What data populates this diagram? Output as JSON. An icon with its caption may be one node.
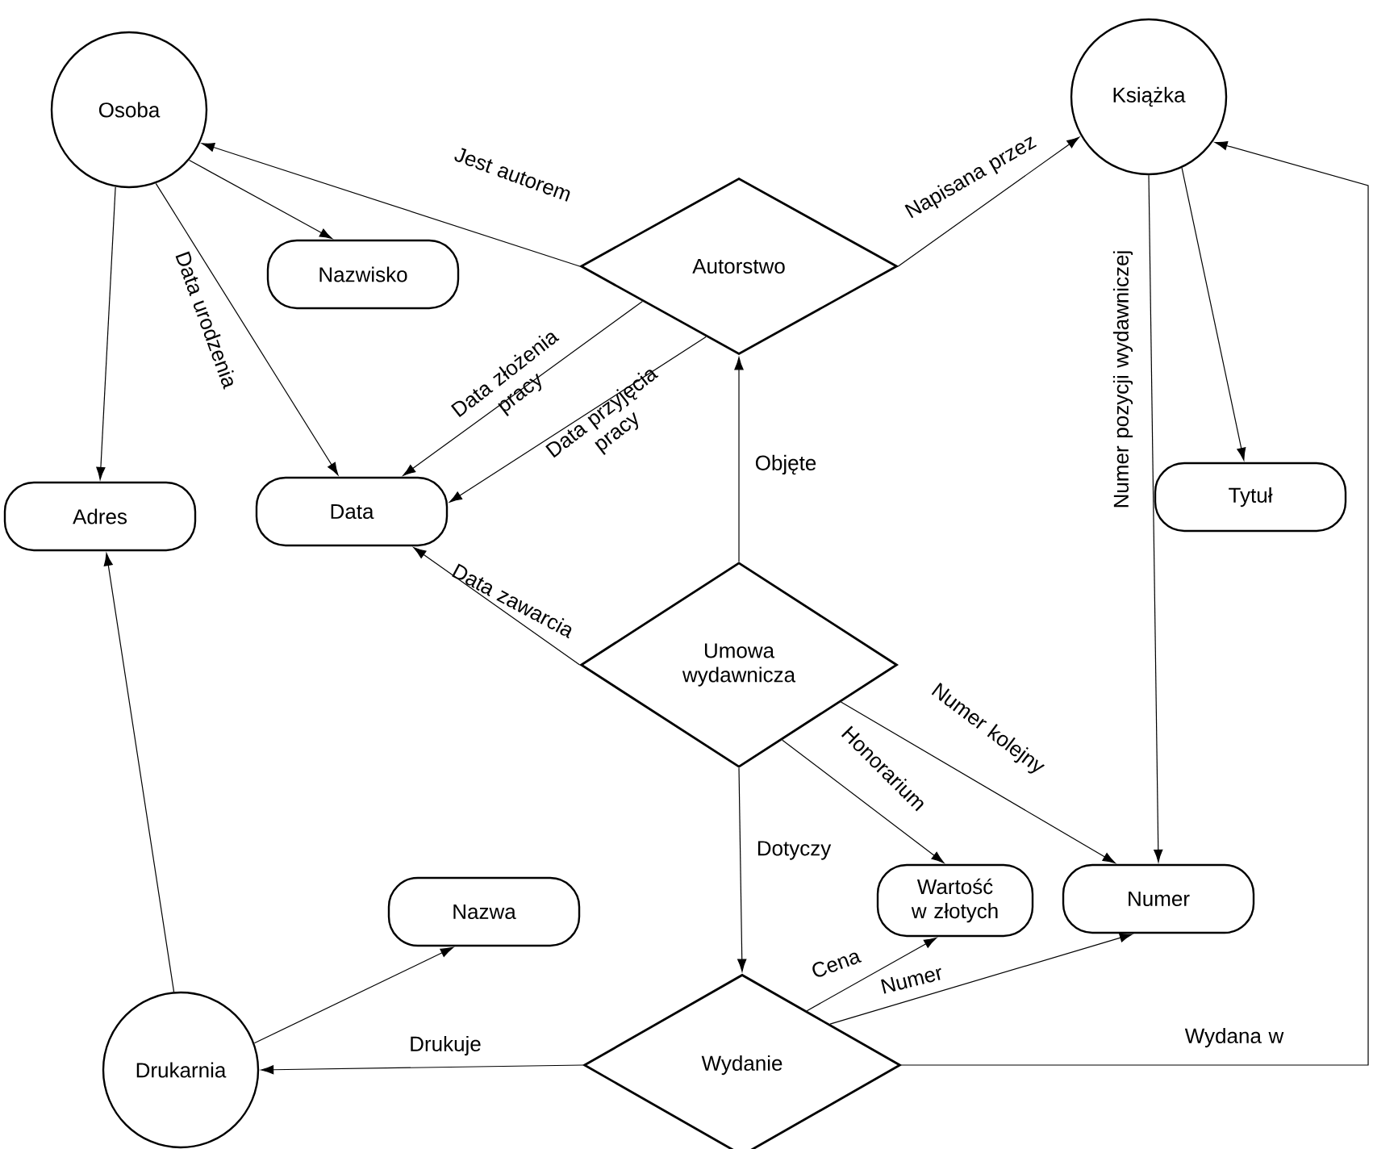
{
  "diagram": {
    "nodes": [
      {
        "text": [
          "Osoba"
        ]
      },
      {
        "text": [
          "Książka"
        ]
      },
      {
        "text": [
          "Nazwisko"
        ]
      },
      {
        "text": [
          "Autorstwo"
        ]
      },
      {
        "text": [
          "Adres"
        ]
      },
      {
        "text": [
          "Data"
        ]
      },
      {
        "text": [
          "Tytuł"
        ]
      },
      {
        "text": [
          "Umowa wydawnicza"
        ]
      },
      {
        "text": [
          "Nazwa"
        ]
      },
      {
        "text": [
          "Wartość w złotych"
        ]
      },
      {
        "text": [
          "Numer"
        ]
      },
      {
        "text": [
          "Drukarnia"
        ]
      },
      {
        "text": [
          "Wydanie"
        ]
      }
    ],
    "edges": [
      {
        "from": 0,
        "to": 2,
        "arrow": "to"
      },
      {
        "from": 0,
        "to": 4,
        "arrow": "to"
      },
      {
        "from": 0,
        "to": 5,
        "arrow": "to",
        "label": "Data urodzenia"
      },
      {
        "from": 3,
        "to": 0,
        "arrow": "to",
        "label": "Jest autorem"
      },
      {
        "from": 3,
        "to": 1,
        "arrow": "to",
        "label": "Napisana przez"
      },
      {
        "from": 3,
        "to": 5,
        "arrow": "to",
        "label": "Data złożenia pracy"
      },
      {
        "from": 3,
        "to": 5,
        "arrow": "to",
        "label": "Data przyjęcia pracy"
      },
      {
        "from": 1,
        "to": 6,
        "arrow": "to"
      },
      {
        "from": 1,
        "to": 10,
        "arrow": "to",
        "label": "Numer pozycji wydawniczej"
      },
      {
        "from": 7,
        "to": 3,
        "arrow": "to",
        "label": "Objęte"
      },
      {
        "from": 7,
        "to": 5,
        "arrow": "to",
        "label": "Data zawarcia"
      },
      {
        "from": 7,
        "to": 9,
        "arrow": "to",
        "label": "Honorarium"
      },
      {
        "from": 7,
        "to": 10,
        "arrow": "to",
        "label": "Numer kolejny"
      },
      {
        "from": 7,
        "to": 12,
        "arrow": "to",
        "label": "Dotyczy"
      },
      {
        "from": 12,
        "to": 9,
        "arrow": "to",
        "label": "Cena"
      },
      {
        "from": 12,
        "to": 10,
        "arrow": "to",
        "label": "Numer"
      },
      {
        "from": 12,
        "to": 11,
        "arrow": "to",
        "label": "Drukuje"
      },
      {
        "from": 12,
        "to": 1,
        "arrow": "to",
        "label": "Wydana w"
      },
      {
        "from": 11,
        "to": 8,
        "arrow": "to"
      },
      {
        "from": 11,
        "to": 4,
        "arrow": "to"
      }
    ]
  }
}
